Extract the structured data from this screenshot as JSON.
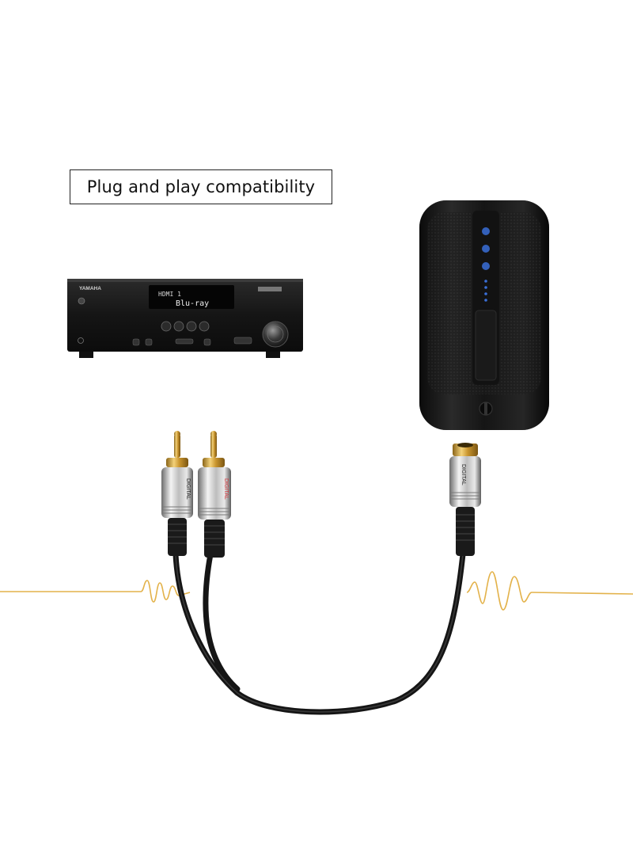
{
  "caption": {
    "text": "Plug and play compatibility"
  },
  "receiver": {
    "brand": "YAMAHA",
    "display_line_1": "HDMI 1",
    "display_line_2": "Blu-ray"
  },
  "cable": {
    "plug_left_label": "DIGITAL",
    "plug_right_label": "DIGITAL",
    "jack_label": "DIGITAL"
  },
  "colors": {
    "waveform": "#e3b24a",
    "gold": "#d4a53a",
    "speaker_led": "#3a6fd8",
    "plug_stripe_red": "#d9343a"
  }
}
